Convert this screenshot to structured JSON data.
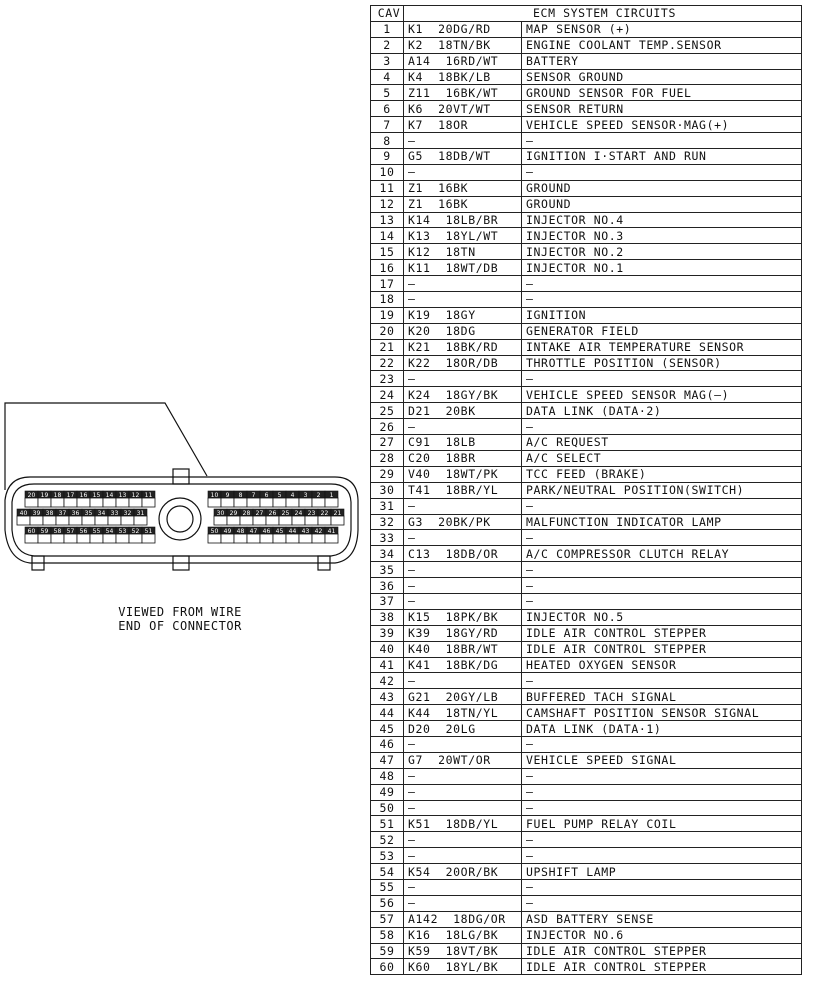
{
  "connector": {
    "caption_line1": "VIEWED FROM WIRE",
    "caption_line2": "END OF CONNECTOR",
    "pin_rows": {
      "left_top": [
        20,
        19,
        18,
        17,
        16,
        15,
        14,
        13,
        12,
        11
      ],
      "right_top": [
        10,
        9,
        8,
        7,
        6,
        5,
        4,
        3,
        2,
        1
      ],
      "left_mid": [
        40,
        39,
        38,
        37,
        36,
        35,
        34,
        33,
        32,
        31
      ],
      "right_mid": [
        30,
        29,
        28,
        27,
        26,
        25,
        24,
        23,
        22,
        21
      ],
      "left_bottom": [
        60,
        59,
        58,
        57,
        56,
        55,
        54,
        53,
        52,
        51
      ],
      "right_bottom": [
        50,
        49,
        48,
        47,
        46,
        45,
        44,
        43,
        42,
        41
      ]
    }
  },
  "table": {
    "header_cav": "CAV",
    "header_title": "ECM SYSTEM CIRCUITS",
    "rows": [
      [
        "1",
        "K1  20DG/RD",
        "MAP SENSOR (+)"
      ],
      [
        "2",
        "K2  18TN/BK",
        "ENGINE COOLANT TEMP.SENSOR"
      ],
      [
        "3",
        "A14  16RD/WT",
        "BATTERY"
      ],
      [
        "4",
        "K4  18BK/LB",
        "SENSOR GROUND"
      ],
      [
        "5",
        "Z11  16BK/WT",
        "GROUND SENSOR FOR FUEL"
      ],
      [
        "6",
        "K6  20VT/WT",
        "SENSOR RETURN"
      ],
      [
        "7",
        "K7  18OR",
        "VEHICLE SPEED SENSOR·MAG(+)"
      ],
      [
        "8",
        "—",
        "—"
      ],
      [
        "9",
        "G5  18DB/WT",
        "IGNITION I·START AND RUN"
      ],
      [
        "10",
        "—",
        "—"
      ],
      [
        "11",
        "Z1  16BK",
        "GROUND"
      ],
      [
        "12",
        "Z1  16BK",
        "GROUND"
      ],
      [
        "13",
        "K14  18LB/BR",
        "INJECTOR NO.4"
      ],
      [
        "14",
        "K13  18YL/WT",
        "INJECTOR NO.3"
      ],
      [
        "15",
        "K12  18TN",
        "INJECTOR NO.2"
      ],
      [
        "16",
        "K11  18WT/DB",
        "INJECTOR NO.1"
      ],
      [
        "17",
        "—",
        "—"
      ],
      [
        "18",
        "—",
        "—"
      ],
      [
        "19",
        "K19  18GY",
        "IGNITION"
      ],
      [
        "20",
        "K20  18DG",
        "GENERATOR FIELD"
      ],
      [
        "21",
        "K21  18BK/RD",
        "INTAKE AIR TEMPERATURE SENSOR"
      ],
      [
        "22",
        "K22  18OR/DB",
        "THROTTLE POSITION (SENSOR)"
      ],
      [
        "23",
        "—",
        "—"
      ],
      [
        "24",
        "K24  18GY/BK",
        "VEHICLE SPEED SENSOR MAG(—)"
      ],
      [
        "25",
        "D21  20BK",
        "DATA LINK (DATA·2)"
      ],
      [
        "26",
        "—",
        "—"
      ],
      [
        "27",
        "C91  18LB",
        "A/C REQUEST"
      ],
      [
        "28",
        "C20  18BR",
        "A/C SELECT"
      ],
      [
        "29",
        "V40  18WT/PK",
        "TCC FEED (BRAKE)"
      ],
      [
        "30",
        "T41  18BR/YL",
        "PARK/NEUTRAL POSITION(SWITCH)"
      ],
      [
        "31",
        "—",
        "—"
      ],
      [
        "32",
        "G3  20BK/PK",
        "MALFUNCTION INDICATOR LAMP"
      ],
      [
        "33",
        "—",
        "—"
      ],
      [
        "34",
        "C13  18DB/OR",
        "A/C COMPRESSOR CLUTCH RELAY"
      ],
      [
        "35",
        "—",
        "—"
      ],
      [
        "36",
        "—",
        "—"
      ],
      [
        "37",
        "—",
        "—"
      ],
      [
        "38",
        "K15  18PK/BK",
        "INJECTOR NO.5"
      ],
      [
        "39",
        "K39  18GY/RD",
        "IDLE AIR CONTROL STEPPER"
      ],
      [
        "40",
        "K40  18BR/WT",
        "IDLE AIR CONTROL STEPPER"
      ],
      [
        "41",
        "K41  18BK/DG",
        "HEATED OXYGEN SENSOR"
      ],
      [
        "42",
        "—",
        "—"
      ],
      [
        "43",
        "G21  20GY/LB",
        "BUFFERED TACH SIGNAL"
      ],
      [
        "44",
        "K44  18TN/YL",
        "CAMSHAFT POSITION SENSOR SIGNAL"
      ],
      [
        "45",
        "D20  20LG",
        "DATA LINK (DATA·1)"
      ],
      [
        "46",
        "—",
        "—"
      ],
      [
        "47",
        "G7  20WT/OR",
        "VEHICLE SPEED SIGNAL"
      ],
      [
        "48",
        "—",
        "—"
      ],
      [
        "49",
        "—",
        "—"
      ],
      [
        "50",
        "—",
        "—"
      ],
      [
        "51",
        "K51  18DB/YL",
        "FUEL PUMP RELAY COIL"
      ],
      [
        "52",
        "—",
        "—"
      ],
      [
        "53",
        "—",
        "—"
      ],
      [
        "54",
        "K54  20OR/BK",
        "UPSHIFT LAMP"
      ],
      [
        "55",
        "—",
        "—"
      ],
      [
        "56",
        "—",
        "—"
      ],
      [
        "57",
        "A142  18DG/OR",
        "ASD BATTERY SENSE"
      ],
      [
        "58",
        "K16  18LG/BK",
        "INJECTOR NO.6"
      ],
      [
        "59",
        "K59  18VT/BK",
        "IDLE AIR CONTROL STEPPER"
      ],
      [
        "60",
        "K60  18YL/BK",
        "IDLE AIR CONTROL STEPPER"
      ]
    ]
  }
}
